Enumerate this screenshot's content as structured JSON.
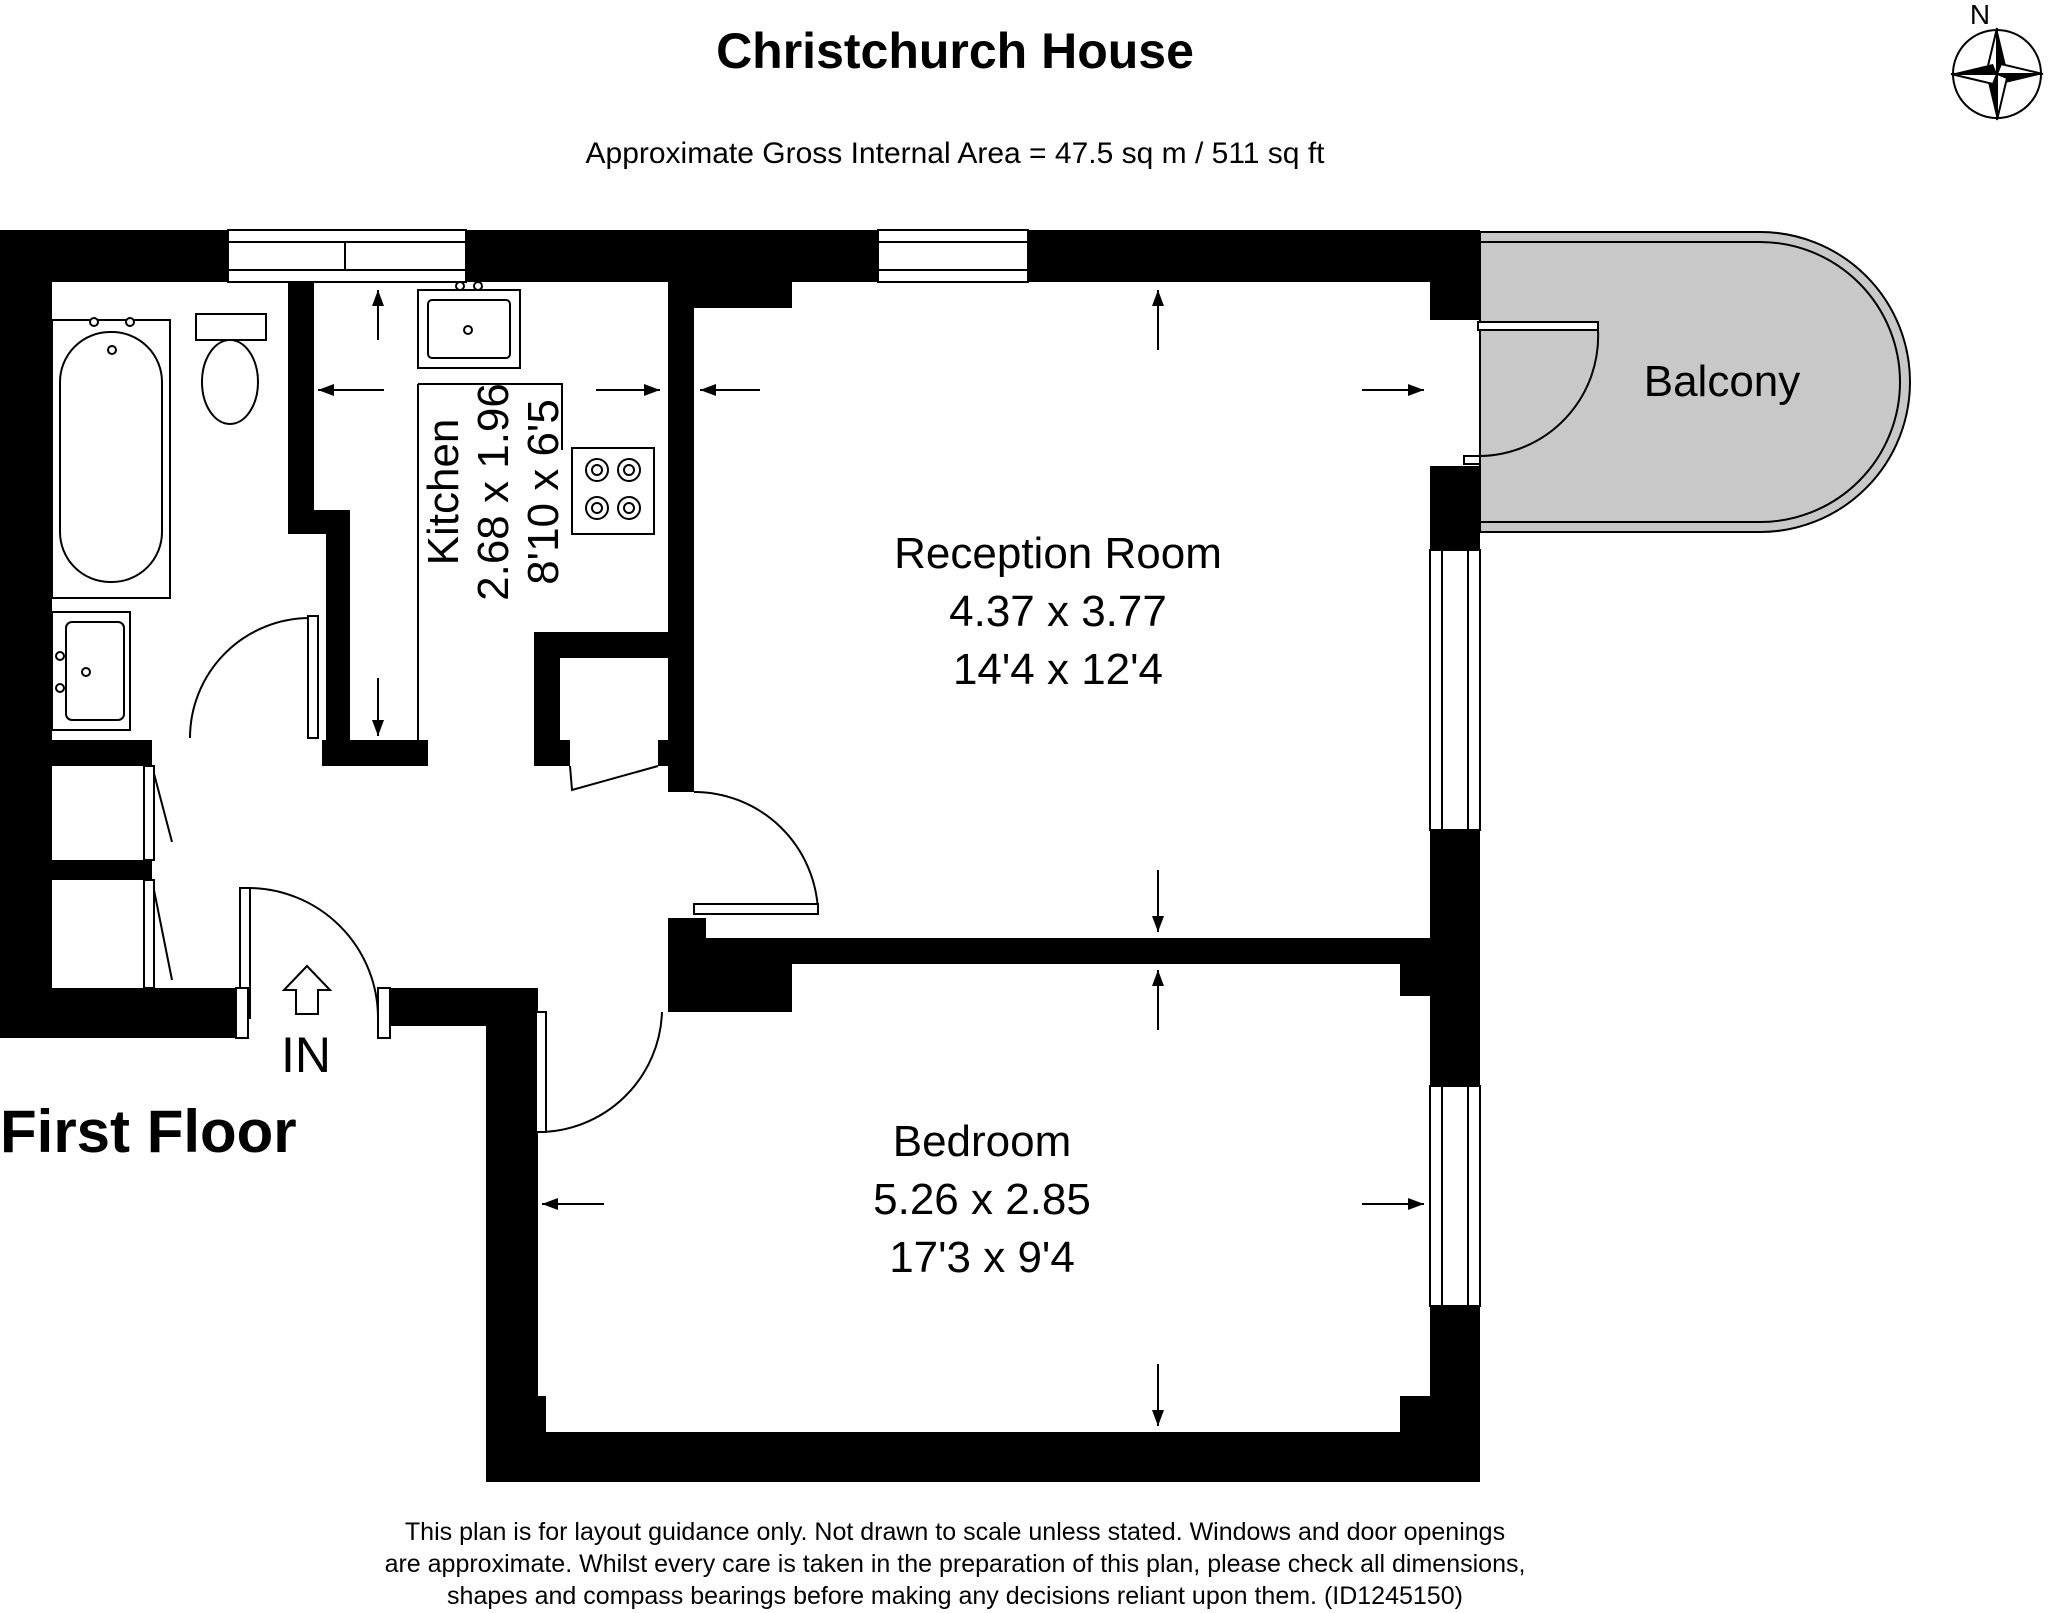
{
  "plan": {
    "title": "Christchurch House",
    "area": "Approximate Gross Internal Area = 47.5 sq m / 511 sq ft",
    "floor_label": "First Floor",
    "entrance_label": "IN",
    "north_label": "N"
  },
  "rooms": {
    "reception": {
      "name": "Reception Room",
      "metric": "4.37 x 3.77",
      "imperial": "14'4 x 12'4"
    },
    "bedroom": {
      "name": "Bedroom",
      "metric": "5.26 x 2.85",
      "imperial": "17'3 x 9'4"
    },
    "kitchen": {
      "name": "Kitchen",
      "metric": "2.68 x 1.96",
      "imperial": "8'10 x 6'5"
    },
    "balcony": {
      "name": "Balcony"
    }
  },
  "disclaimer": {
    "line1": "This plan is for layout guidance only. Not drawn to scale unless stated. Windows and door openings",
    "line2": "are approximate. Whilst every care is taken in the preparation of this plan, please check all dimensions,",
    "line3": "shapes and compass bearings before making any decisions reliant upon them. (ID1245150)"
  },
  "colors": {
    "wall": "#000000",
    "balcony_fill": "#c8c8c8",
    "background": "#ffffff"
  }
}
